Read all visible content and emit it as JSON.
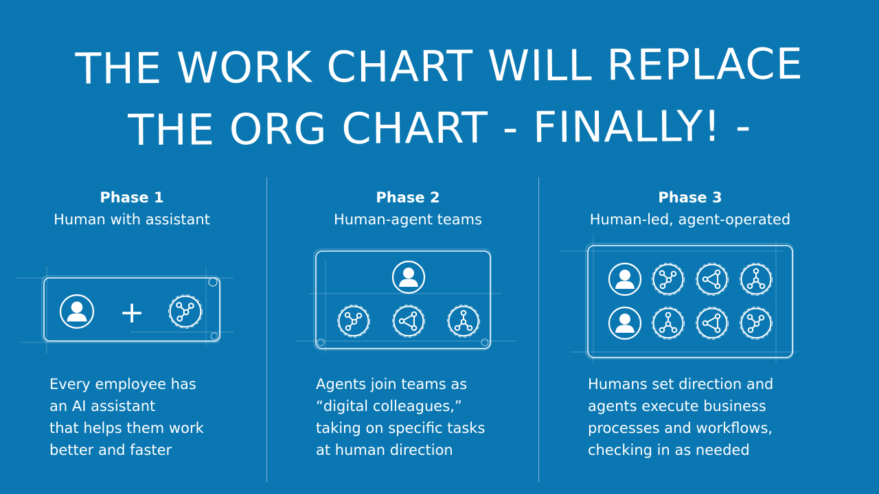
{
  "title": {
    "line1": "THE WORK CHART WILL REPLACE",
    "line2": "THE ORG CHART - FINALLY! -"
  },
  "phases": [
    {
      "label": "Phase 1",
      "subtitle": "Human with assistant",
      "description": [
        "Every employee has",
        "an AI assistant",
        "that helps them work",
        "better and faster"
      ]
    },
    {
      "label": "Phase 2",
      "subtitle": "Human-agent teams",
      "description": [
        "Agents join teams as",
        "“digital colleagues,”",
        "taking on specific tasks",
        "at human direction"
      ]
    },
    {
      "label": "Phase 3",
      "subtitle": "Human-led, agent-operated",
      "description": [
        "Humans set direction and",
        "agents execute business",
        "processes and workflows,",
        "checking in as needed"
      ]
    }
  ],
  "plus_sign": "+",
  "icons": {
    "human": "person-icon",
    "agent": "agent-network-icon"
  },
  "colors": {
    "background": "#0a77b2",
    "foreground": "#ffffff"
  }
}
